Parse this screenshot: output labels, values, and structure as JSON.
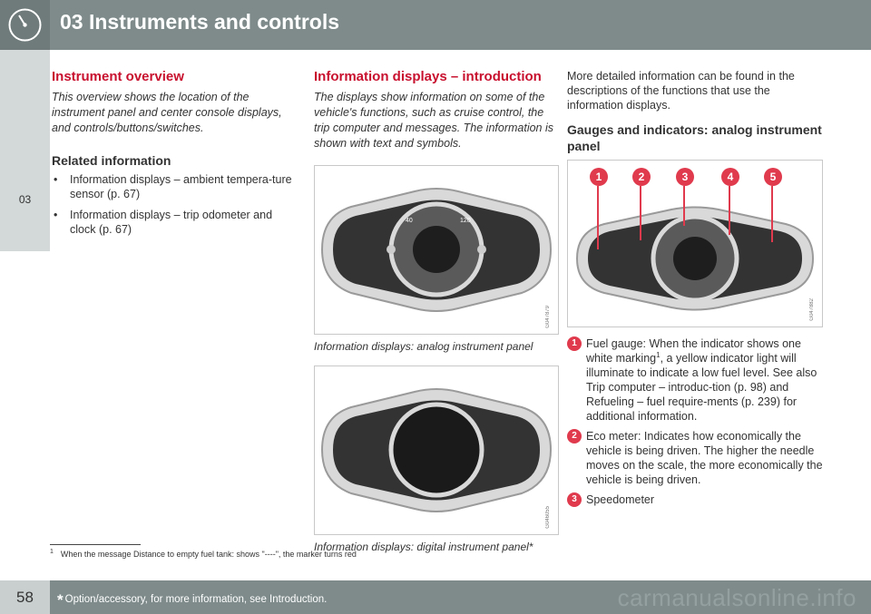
{
  "header": {
    "title": "03 Instruments and controls"
  },
  "side_tab": {
    "label": "03"
  },
  "col1": {
    "heading": "Instrument overview",
    "intro": "This overview shows the location of the instrument panel and center console displays, and controls/buttons/switches.",
    "related_heading": "Related information",
    "related": [
      "Information displays – ambient tempera-ture sensor (p. 67)",
      "Information displays – trip odometer and clock (p. 67)"
    ]
  },
  "col2": {
    "heading": "Information displays – introduction",
    "intro": "The displays show information on some of the vehicle's functions, such as cruise control, the trip computer and messages. The information is shown with text and symbols.",
    "figure1": {
      "code": "G047879",
      "caption": "Information displays: analog instrument panel"
    },
    "figure2": {
      "code": "G046055",
      "caption": "Information displays: digital instrument panel*"
    }
  },
  "col3": {
    "intro": "More detailed information can be found in the descriptions of the functions that use the information displays.",
    "subheading": "Gauges and indicators: analog instrument panel",
    "figure": {
      "code": "G047882",
      "callouts": [
        "1",
        "2",
        "3",
        "4",
        "5"
      ]
    },
    "legend": [
      {
        "num": "1",
        "text_a": "Fuel gauge: When the indicator shows one white marking",
        "sup": "1",
        "text_b": ", a yellow indicator light will illuminate to indicate a low fuel level. See also Trip computer – introduc-tion (p. 98) and Refueling – fuel require-ments (p. 239) for additional information."
      },
      {
        "num": "2",
        "text": "Eco meter: Indicates how economically the vehicle is being driven. The higher the needle moves on the scale, the more economically the vehicle is being driven."
      },
      {
        "num": "3",
        "text": "Speedometer"
      }
    ]
  },
  "footnote": {
    "mark": "1",
    "text": "When the message Distance to empty fuel tank: shows \"----\", the marker turns red"
  },
  "footer": {
    "page_number": "58",
    "star": "*",
    "text": "Option/accessory, for more information, see Introduction.",
    "watermark": "carmanualsonline.info"
  },
  "colors": {
    "header": "#7f8b8b",
    "heading_red": "#c8102e",
    "callout_red": "#e03a4d"
  },
  "icons": [
    "gauge-icon"
  ]
}
